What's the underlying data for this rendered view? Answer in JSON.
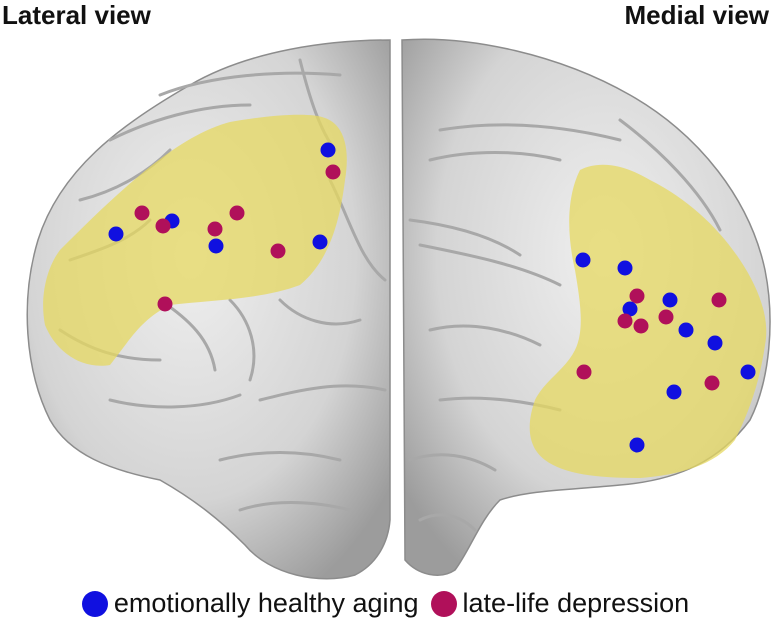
{
  "titles": {
    "left": "Lateral view",
    "right": "Medial view"
  },
  "colors": {
    "healthy": "#1010e0",
    "depression": "#b0105a",
    "region": "#e8dc6a",
    "brain": "#d8d8d8",
    "brain_shadow": "#a9a9a9"
  },
  "legend": [
    {
      "key": "healthy",
      "label": "emotionally healthy aging"
    },
    {
      "key": "depression",
      "label": "late-life depression"
    }
  ]
}
